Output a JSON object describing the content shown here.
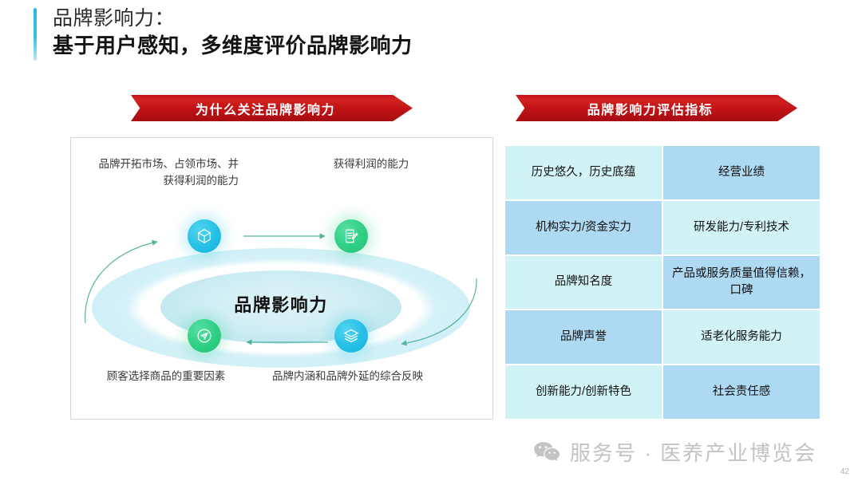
{
  "slide": {
    "title_line_1": "品牌影响力：",
    "title_line_2": "基于用户感知，多维度评价品牌影响力",
    "accent_color": "#2fb8e8",
    "ribbon_color": "#c4131a"
  },
  "banners": {
    "left": "为什么关注品牌影响力",
    "right": "品牌影响力评估指标"
  },
  "diagram": {
    "center_label": "品牌影响力",
    "nodes": [
      {
        "id": "top-left",
        "icon": "cube-icon",
        "color": "#26bfe6",
        "caption": "品牌开拓市场、占领市场、并获得利润的能力"
      },
      {
        "id": "top-right",
        "icon": "document-edit-icon",
        "color": "#2ecf84",
        "caption": "获得利润的能力"
      },
      {
        "id": "bottom-left",
        "icon": "send-plane-icon",
        "color": "#2ecf84",
        "caption": "顾客选择商品的重要因素"
      },
      {
        "id": "bottom-right",
        "icon": "layers-icon",
        "color": "#26bfe6",
        "caption": "品牌内涵和品牌外延的综合反映"
      }
    ],
    "captions": {
      "top_left": "品牌开拓市场、占领市场、并获得利润的能力",
      "top_right": "获得利润的能力",
      "bottom_left": "顾客选择商品的重要因素",
      "bottom_right": "品牌内涵和品牌外延的综合反映"
    }
  },
  "metrics": {
    "tone_light": "#d2f3f6",
    "tone_dark": "#aed9f2",
    "cells": [
      {
        "text": "历史悠久，历史底蕴",
        "tone": "light"
      },
      {
        "text": "经营业绩",
        "tone": "dark"
      },
      {
        "text": "机构实力/资金实力",
        "tone": "dark"
      },
      {
        "text": "研发能力/专利技术",
        "tone": "light"
      },
      {
        "text": "品牌知名度",
        "tone": "light"
      },
      {
        "text": "产品或服务质量值得信赖，口碑",
        "tone": "dark"
      },
      {
        "text": "品牌声誉",
        "tone": "dark"
      },
      {
        "text": "适老化服务能力",
        "tone": "light"
      },
      {
        "text": "创新能力/创新特色",
        "tone": "light"
      },
      {
        "text": "社会责任感",
        "tone": "dark"
      }
    ]
  },
  "footer": {
    "icon": "wechat-icon",
    "brand_text": "服务号 · 医养产业博览会",
    "page_number": "42"
  }
}
